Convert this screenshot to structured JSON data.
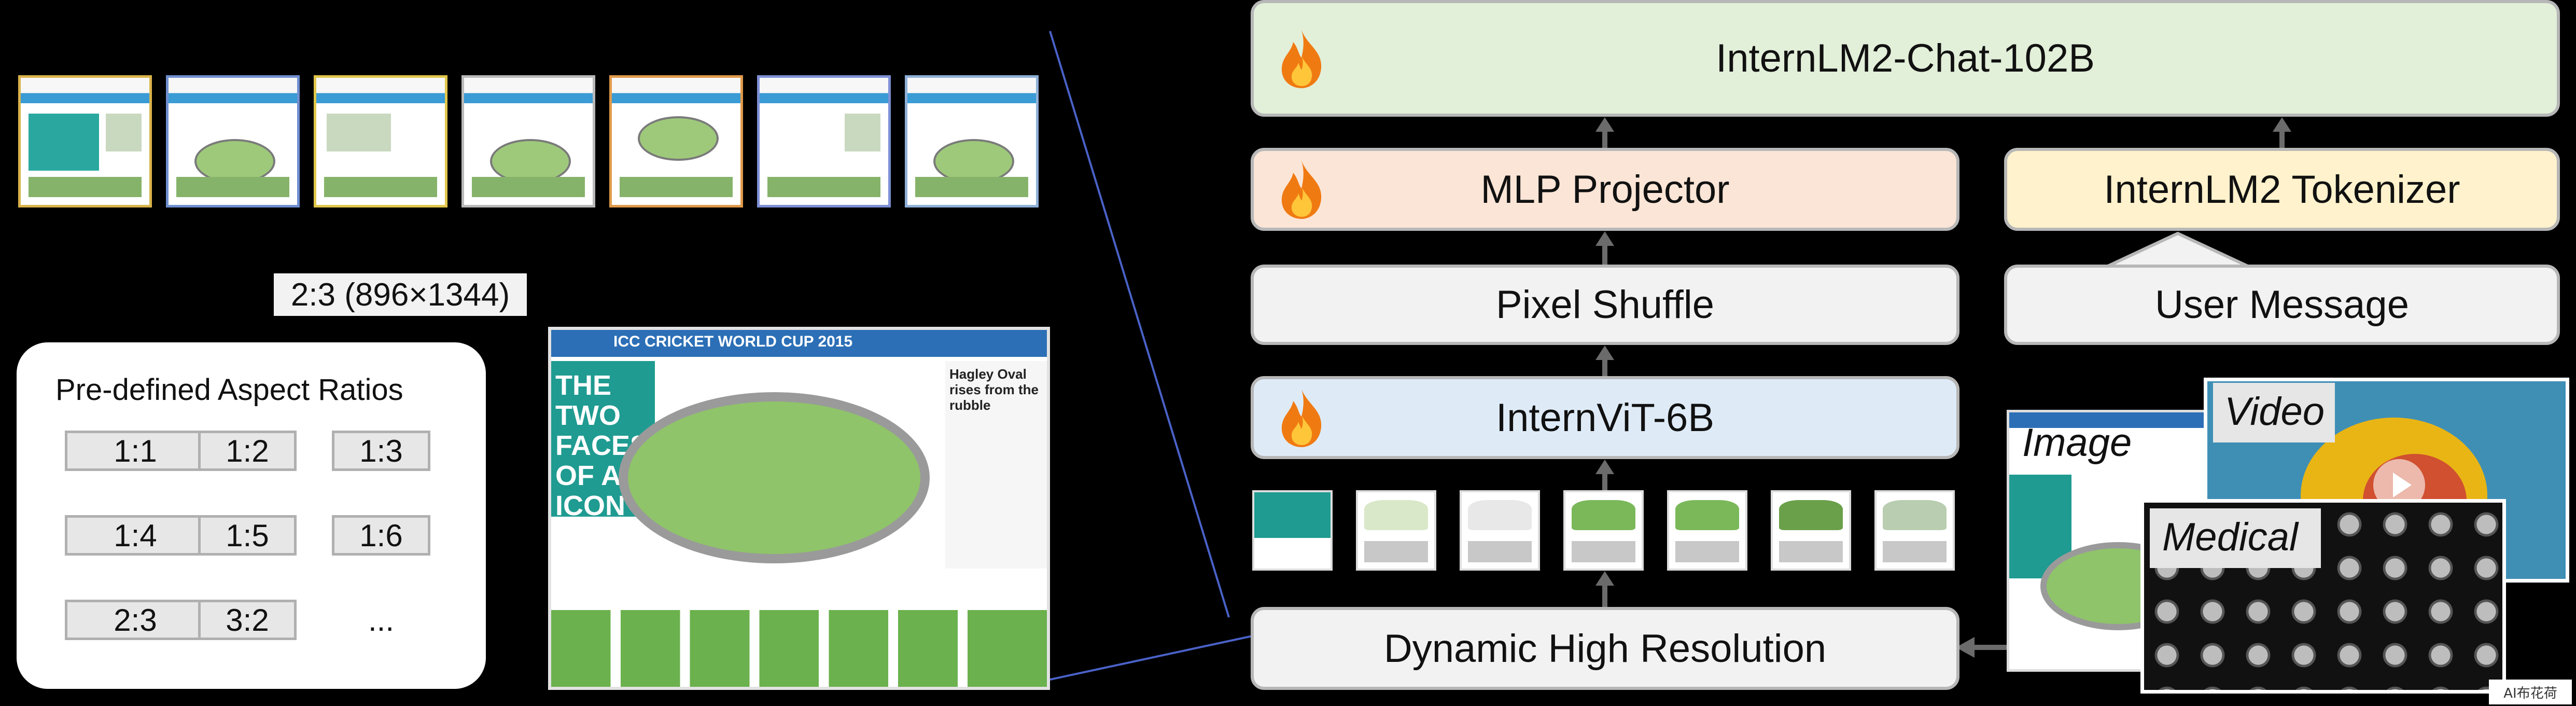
{
  "pipeline": {
    "llm": "InternLM2-Chat-102B",
    "projector": "MLP Projector",
    "tokenizer": "InternLM2 Tokenizer",
    "pixel_shuffle": "Pixel Shuffle",
    "user_message": "User Message",
    "vit": "InternViT-6B",
    "dynamic": "Dynamic High Resolution"
  },
  "left_panel": {
    "selected_ratio": "2:3 (896×1344)",
    "aspect_title": "Pre-defined Aspect Ratios",
    "ratios": [
      "1:1",
      "1:2",
      "1:3",
      "1:4",
      "1:5",
      "1:6",
      "2:3",
      "3:2",
      "..."
    ]
  },
  "main_image": {
    "headline": "THE TWO FACES OF AN ICON",
    "banner": "ICC CRICKET WORLD CUP 2015",
    "side_heading": "Hagley Oval rises from the rubble"
  },
  "modalities": {
    "image": "Image",
    "video": "Video",
    "medical": "Medical"
  },
  "watermark": "AI布花荷",
  "colors": {
    "green": "#e2efd9",
    "peach": "#fbe5d6",
    "yellow": "#fff2cc",
    "gray": "#f2f2f2",
    "blue": "#deebf7",
    "connector": "#4a62c8"
  },
  "icons": [
    "flame-icon"
  ]
}
